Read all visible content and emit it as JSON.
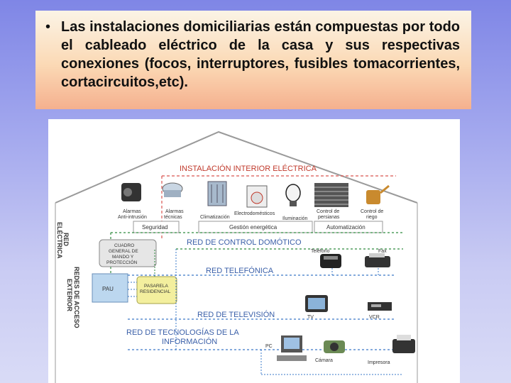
{
  "slide": {
    "bullet_symbol": "•",
    "bullet_text": "Las instalaciones domiciliarias están compuestas por todo el cableado eléctrico de la casa y sus respectivas conexiones (focos, interruptores, fusibles tomacorrientes, cortacircuitos,etc)."
  },
  "diagram": {
    "title": "INSTALACIÓN INTERIOR ELÉCTRICA",
    "side_labels": {
      "red_electrica": [
        "RED",
        "ELÉCTRICA"
      ],
      "redes_acceso": [
        "REDES DE ACCESO",
        "EXTERIOR"
      ]
    },
    "devices": [
      {
        "label": [
          "Alarmas",
          "Anti-intrusión"
        ]
      },
      {
        "label": [
          "Alarmas",
          "técnicas"
        ]
      },
      {
        "label": [
          "Climatización"
        ]
      },
      {
        "label": [
          "Electrodomésticos"
        ]
      },
      {
        "label": [
          "Iluminación"
        ]
      },
      {
        "label": [
          "Control de",
          "persianas"
        ]
      },
      {
        "label": [
          "Control de",
          "riego"
        ]
      }
    ],
    "groups": {
      "seguridad": "Seguridad",
      "gestion": "Gestión energética",
      "automatizacion": "Automatización"
    },
    "cuadro": [
      "CUADRO",
      "GENERAL DE",
      "MANDO Y",
      "PROTECCIÓN"
    ],
    "pau": "PAU",
    "pasarela": [
      "PASARELA",
      "RESIDENCIAL"
    ],
    "networks": {
      "domotico": "RED DE CONTROL DOMÓTICO",
      "telefonica": "RED TELEFÓNICA",
      "television": "RED DE TELEVISIÓN",
      "ti": [
        "RED DE TECNOLOGÍAS DE LA",
        "INFORMACIÓN"
      ]
    },
    "endpoints": {
      "telefono": "Teléfono",
      "fax": "Fax",
      "tv": "TV",
      "vcr": "VCR",
      "pc": "PC",
      "camara": "Cámara",
      "impresora": "Impresora"
    },
    "colors": {
      "domotic_line": "#2f8a3e",
      "phone_line": "#3a78c8",
      "tv_line": "#3a78c8",
      "ti_line": "#3a78c8",
      "roof": "#8a8a8a",
      "cuadro_fill": "#e6e6e6",
      "pau_fill": "#bcd7ef",
      "pasarela_fill": "#f3ef9e",
      "title_color": "#c0392b",
      "network_text": "#3a5fa8"
    }
  }
}
